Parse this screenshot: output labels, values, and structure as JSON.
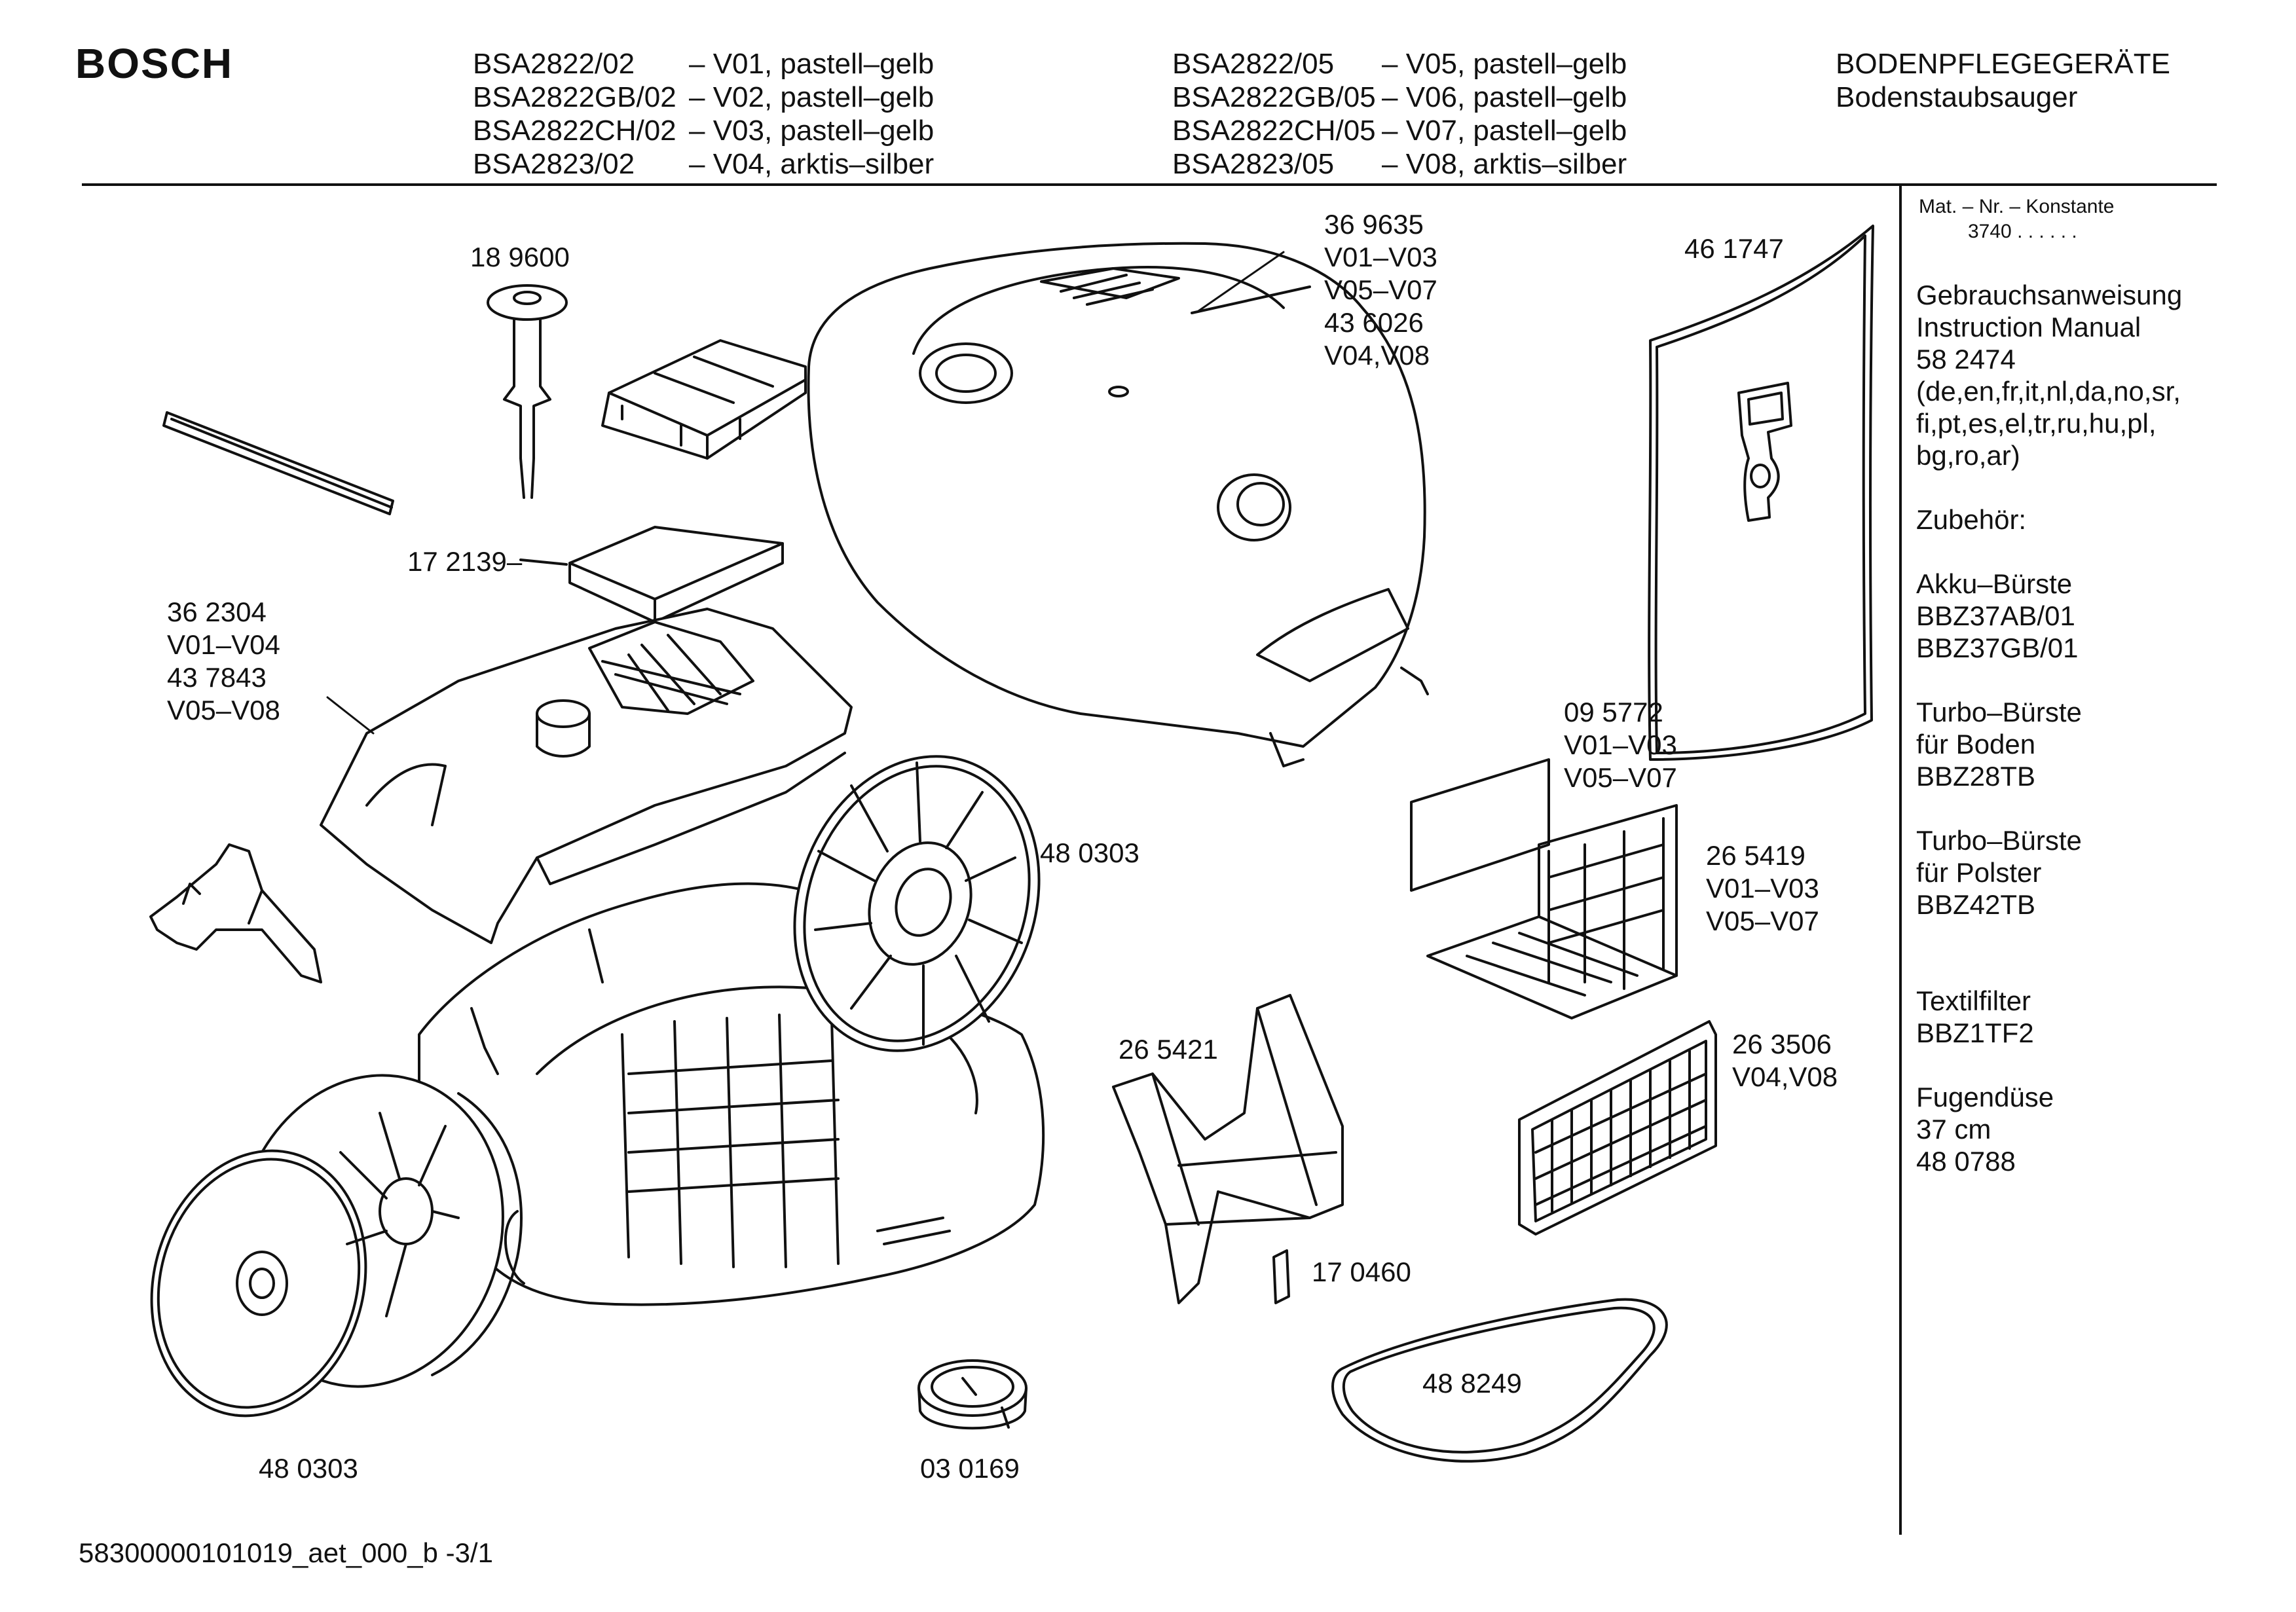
{
  "header": {
    "brand": "BOSCH",
    "models_left": [
      {
        "code": "BSA2822/02",
        "variant": "– V01, pastell–gelb"
      },
      {
        "code": "BSA2822GB/02",
        "variant": "– V02, pastell–gelb"
      },
      {
        "code": "BSA2822CH/02",
        "variant": "– V03, pastell–gelb"
      },
      {
        "code": "BSA2823/02",
        "variant": "– V04, arktis–silber"
      }
    ],
    "models_right": [
      {
        "code": "BSA2822/05",
        "variant": "– V05, pastell–gelb"
      },
      {
        "code": "BSA2822GB/05",
        "variant": "– V06, pastell–gelb"
      },
      {
        "code": "BSA2822CH/05",
        "variant": "– V07, pastell–gelb"
      },
      {
        "code": "BSA2823/05",
        "variant": "– V08, arktis–silber"
      }
    ],
    "category": "BODENPFLEGEGERÄTE",
    "subcategory": "Bodenstaubsauger"
  },
  "sidebar": {
    "mat_label": "Mat. – Nr. – Konstante",
    "mat_value": "3740 . . . . . .",
    "manual": [
      "Gebrauchsanweisung",
      "Instruction Manual",
      "58 2474",
      "(de,en,fr,it,nl,da,no,sr,",
      "fi,pt,es,el,tr,ru,hu,pl,",
      "bg,ro,ar)"
    ],
    "accessories_title": "Zubehör:",
    "akku": [
      "Akku–Bürste",
      "BBZ37AB/01",
      "BBZ37GB/01"
    ],
    "turbo_boden": [
      "Turbo–Bürste",
      "für Boden",
      "BBZ28TB"
    ],
    "turbo_polster": [
      "Turbo–Bürste",
      "für Polster",
      "BBZ42TB"
    ],
    "textil": [
      "Textilfilter",
      "BBZ1TF2"
    ],
    "fugen": [
      "Fugendüse",
      "37 cm",
      "48 0788"
    ]
  },
  "parts": {
    "p189600": "18 9600",
    "p369635": [
      "36 9635",
      "V01–V03",
      "V05–V07",
      "43 6026",
      "V04,V08"
    ],
    "p461747": "46 1747",
    "p172139": "17 2139–",
    "p362304": [
      "36 2304",
      "V01–V04",
      "43 7843",
      "V05–V08"
    ],
    "p095772": [
      "09 5772",
      "V01–V03",
      "V05–V07"
    ],
    "p480303_top": "48 0303",
    "p265419": [
      "26 5419",
      "V01–V03",
      "V05–V07"
    ],
    "p265421": "26 5421",
    "p263506": [
      "26 3506",
      "V04,V08"
    ],
    "p170460": "17 0460",
    "p488249": "48 8249",
    "p480303_bottom": "48 0303",
    "p030169": "03 0169"
  },
  "footer": "58300000101019_aet_000_b  -3/1"
}
